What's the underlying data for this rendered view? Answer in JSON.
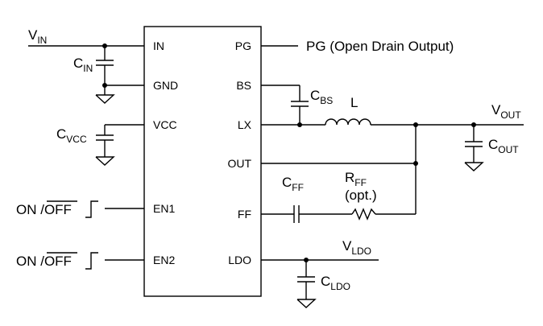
{
  "ic": {
    "pins_left": [
      "IN",
      "GND",
      "VCC",
      "EN1",
      "EN2"
    ],
    "pins_right": [
      "PG",
      "BS",
      "LX",
      "OUT",
      "FF",
      "LDO"
    ]
  },
  "labels": {
    "vin": {
      "main": "V",
      "sub": "IN"
    },
    "cin": {
      "main": "C",
      "sub": "IN"
    },
    "cvcc": {
      "main": "C",
      "sub": "VCC"
    },
    "cbs": {
      "main": "C",
      "sub": "BS"
    },
    "l": "L",
    "vout": {
      "main": "V",
      "sub": "OUT"
    },
    "cout": {
      "main": "C",
      "sub": "OUT"
    },
    "cff": {
      "main": "C",
      "sub": "FF"
    },
    "rff": {
      "main": "R",
      "sub": "FF",
      "note": "(opt.)"
    },
    "vldo": {
      "main": "V",
      "sub": "LDO"
    },
    "cldo": {
      "main": "C",
      "sub": "LDO"
    },
    "pg_out": "PG (Open Drain Output)",
    "en1": {
      "on": "ON /",
      "off": "OFF"
    },
    "en2": {
      "on": "ON /",
      "off": "OFF"
    }
  }
}
